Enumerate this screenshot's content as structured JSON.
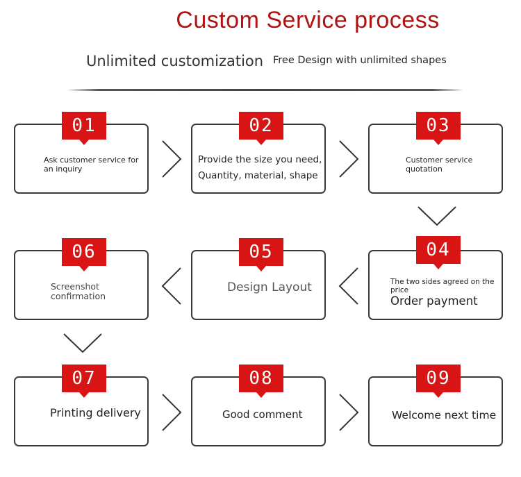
{
  "header": {
    "title": "Custom Service process",
    "subtitle": "Unlimited customization",
    "subtitle_secondary": "Free Design with unlimited shapes"
  },
  "steps": [
    {
      "number": "01",
      "lines": [
        "Ask customer service for",
        "an inquiry"
      ]
    },
    {
      "number": "02",
      "lines": [
        "Provide the size you need,",
        "Quantity, material, shape"
      ]
    },
    {
      "number": "03",
      "lines": [
        "Customer service",
        "quotation"
      ]
    },
    {
      "number": "04",
      "lines": [
        "The two sides agreed on the",
        "price",
        "Order payment"
      ]
    },
    {
      "number": "05",
      "lines": [
        "Design Layout"
      ]
    },
    {
      "number": "06",
      "lines": [
        "Screenshot",
        "confirmation"
      ]
    },
    {
      "number": "07",
      "lines": [
        "Printing delivery"
      ]
    },
    {
      "number": "08",
      "lines": [
        "Good comment"
      ]
    },
    {
      "number": "09",
      "lines": [
        "Welcome next time"
      ]
    }
  ],
  "colors": {
    "accent": "#d91414",
    "title": "#b11212",
    "border": "#3a3a3a"
  },
  "arrows": [
    "chevron-right-icon",
    "chevron-down-icon",
    "chevron-left-icon"
  ]
}
